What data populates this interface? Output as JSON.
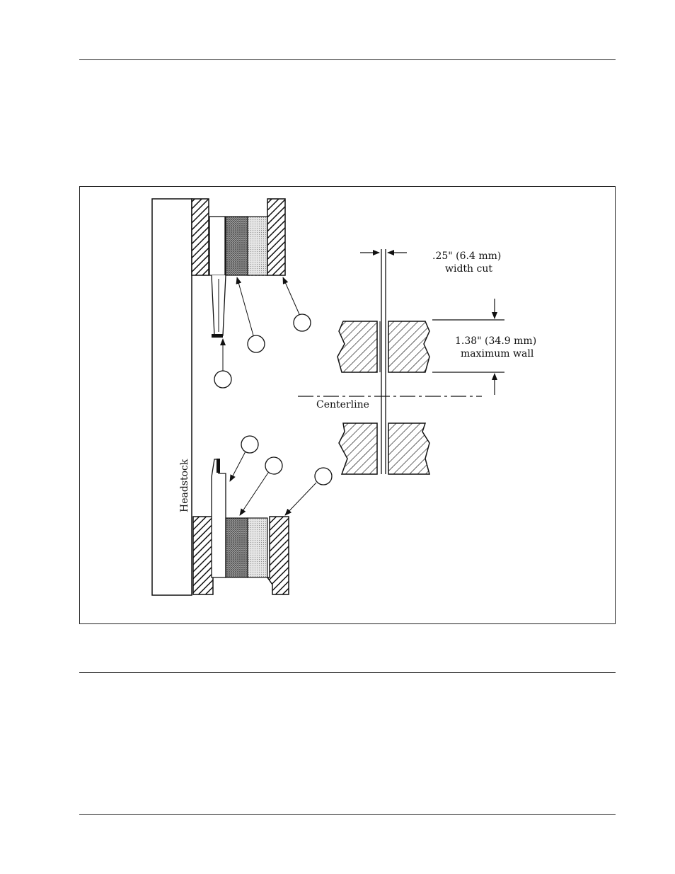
{
  "figure": {
    "labels": {
      "headstock": "Headstock",
      "centerline": "Centerline",
      "cut_width_line1": ".25\" (6.4 mm)",
      "cut_width_line2": "width cut",
      "wall_line1": "1.38\"  (34.9 mm)",
      "wall_line2": "maximum wall"
    },
    "callouts": [
      "",
      "",
      "",
      "",
      "",
      ""
    ]
  }
}
